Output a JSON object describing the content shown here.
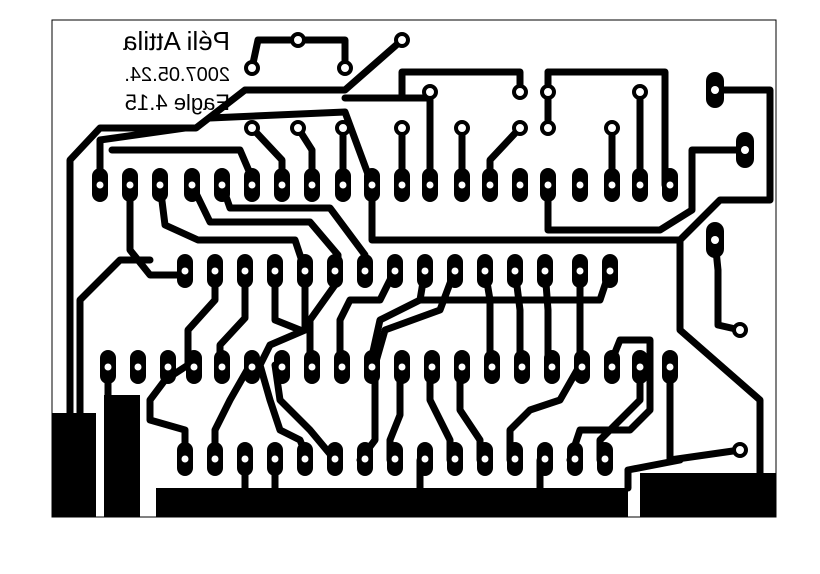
{
  "labels": {
    "author": "Péli Attila",
    "date": "2007.05.24.",
    "tool": "Eagle 4.15"
  },
  "colors": {
    "copper": "#000000",
    "background": "#ffffff"
  }
}
